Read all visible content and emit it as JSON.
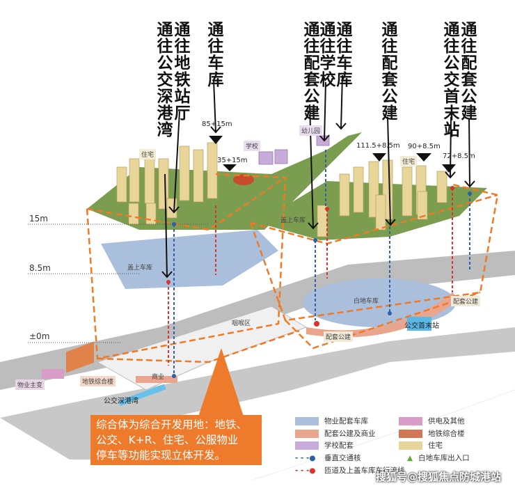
{
  "arrows_text": [
    "通往公交深港湾",
    "通往地铁站厅",
    "通往车库",
    "通往配套公建",
    "通往学校",
    "通往车库",
    "通往配套公建",
    "通往公交首末站",
    "通往配套公建"
  ],
  "levels": [
    "15m",
    "8.5m",
    "±0m"
  ],
  "tags": {
    "residential_left": "住宅",
    "school": "学校",
    "kindergarten": "幼儿园",
    "residential_right": "住宅",
    "deck_garage_right": "盖上车库",
    "deck_garage_left": "盖上车库",
    "ground_garage": "白地车库",
    "throat_area": "咽喉区",
    "support_building_1": "配套公建",
    "support_building_2": "配套公建",
    "bus_terminal": "公交首末站",
    "metro_complex": "地铁综合楼",
    "property_substation": "物业主变",
    "commerce": "商业",
    "bus_bay": "公交深港湾"
  },
  "heights": [
    "85+15m",
    "35+15m",
    "111.5+8.5m",
    "90+8.5m",
    "72+8.5m"
  ],
  "callout": [
    "综合体为综合开发用地：地铁、",
    "公交、K+R、住宅、公服物业",
    "停车等功能实现立体开发。"
  ],
  "legend": [
    {
      "label": "物业配套车库",
      "color": "#a9bfdc"
    },
    {
      "label": "供电及其他",
      "color": "#d89cc8"
    },
    {
      "label": "配套公建及商业",
      "color": "#e9a58d"
    },
    {
      "label": "地铁综合楼",
      "color": "#d27656"
    },
    {
      "label": "学校配套",
      "color": "#c7abd8"
    },
    {
      "label": "住宅",
      "color": "#e8d59a"
    },
    {
      "label": "垂直交通核",
      "color": "#2e5fa8"
    },
    {
      "label": "白地车库出入口",
      "color": "#5aaa3a"
    },
    {
      "label": "匝道及上盖车库车行流线",
      "color": "#e0302a"
    }
  ],
  "watermark": "搜狐号@搜狐焦点防城港站"
}
